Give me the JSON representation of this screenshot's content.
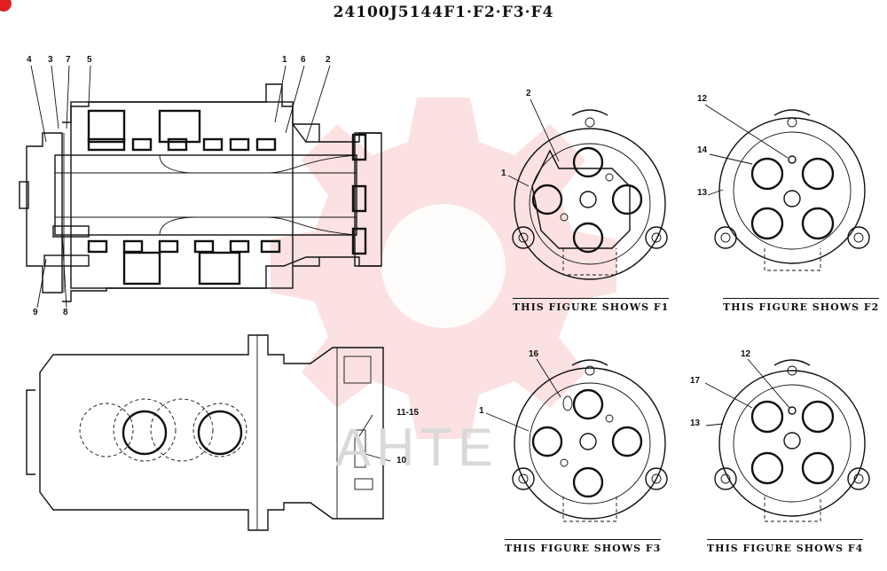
{
  "title": "24100J5144F1·F2·F3·F4",
  "watermark": {
    "text": "AHTE",
    "color": "#f4a9a9"
  },
  "callouts": {
    "c4": "4",
    "c3": "3",
    "c7": "7",
    "c5": "5",
    "c1": "1",
    "c6": "6",
    "c2": "2",
    "c9": "9",
    "c8": "8",
    "c11_15": "11-15",
    "c10": "10",
    "f1_2": "2",
    "f1_1": "1",
    "f2_12": "12",
    "f2_14": "14",
    "f2_13": "13",
    "f3_16": "16",
    "f3_1": "1",
    "f4_12": "12",
    "f4_17": "17",
    "f4_13": "13"
  },
  "captions": {
    "f1": "THIS FIGURE SHOWS F1",
    "f2": "THIS FIGURE SHOWS F2",
    "f3": "THIS FIGURE SHOWS F3",
    "f4": "THIS FIGURE SHOWS F4"
  }
}
